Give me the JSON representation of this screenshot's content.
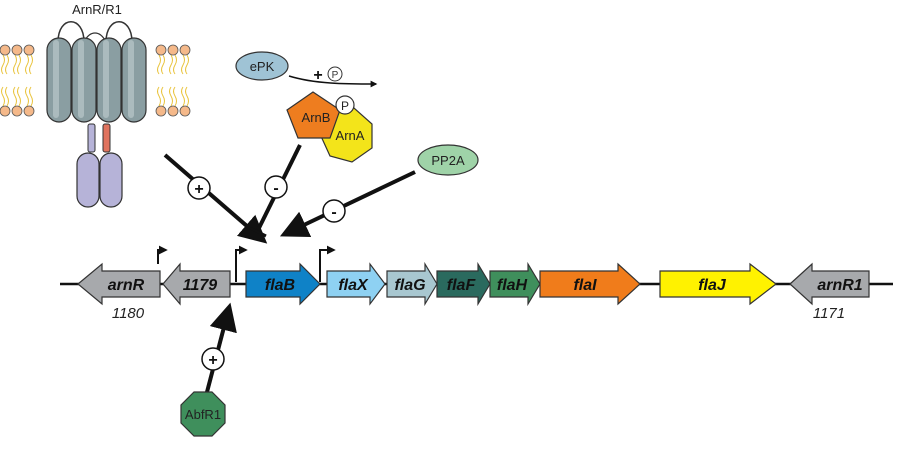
{
  "receptor": {
    "label": "ArnR/R1"
  },
  "kinase": {
    "label": "ePK",
    "phospho_label": "+",
    "p_symbol": "P"
  },
  "complex": {
    "arnb": "ArnB",
    "arna": "ArnA",
    "p_symbol": "P"
  },
  "phosphatase": {
    "label": "PP2A"
  },
  "activator": {
    "label": "AbfR1"
  },
  "signs": {
    "receptor": "+",
    "arnb": "-",
    "pp2a": "-",
    "abfr1": "+"
  },
  "genes": {
    "arnR": "arnR",
    "g1179": "1179",
    "flaB": "flaB",
    "flaX": "flaX",
    "flaG": "flaG",
    "flaF": "flaF",
    "flaH": "flaH",
    "flaI": "flaI",
    "flaJ": "flaJ",
    "arnR1": "arnR1"
  },
  "locus_numbers": {
    "left": "1180",
    "right": "1171"
  },
  "colors": {
    "grey_gene": "#a7a9ac",
    "flaB": "#0f82c7",
    "flaX": "#8ed1f2",
    "flaG": "#a8c7d0",
    "flaF": "#2a6a5e",
    "flaH": "#3f8f5c",
    "flaI": "#f07c1b",
    "flaJ": "#fff200",
    "arnB": "#ee7d1f",
    "arnA": "#f3e41a",
    "epk": "#9fc3d5",
    "pp2a": "#9fd3a8",
    "abfr1": "#3f8f5c",
    "helix": "#8a9ea2",
    "domain": "#b6b3d8",
    "linker_red": "#e0735e",
    "lipid_head": "#f5b98a"
  }
}
